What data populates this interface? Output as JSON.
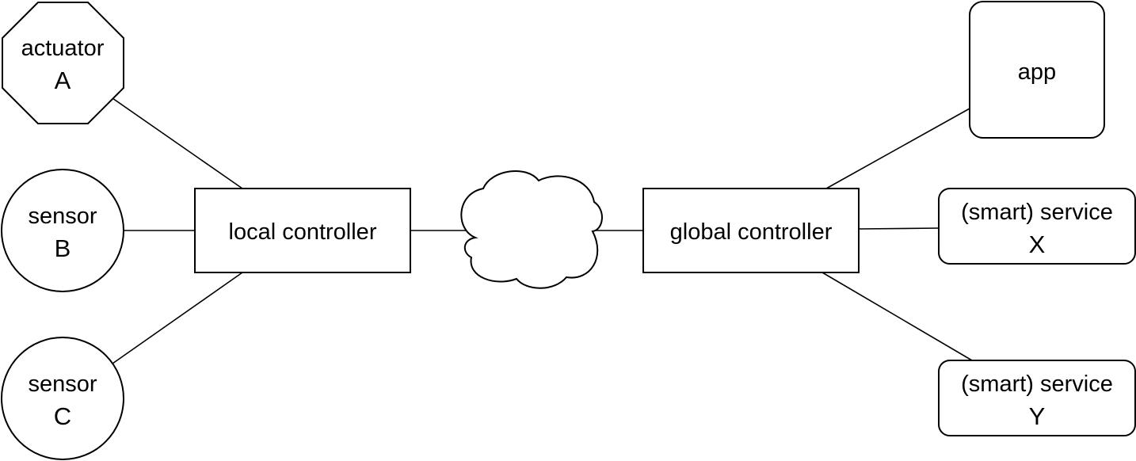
{
  "nodes": {
    "actuator_a": {
      "line1": "actuator",
      "line2": "A"
    },
    "sensor_b": {
      "line1": "sensor",
      "line2": "B"
    },
    "sensor_c": {
      "line1": "sensor",
      "line2": "C"
    },
    "local_controller": {
      "label": "local controller"
    },
    "global_controller": {
      "label": "global controller"
    },
    "app": {
      "label": "app"
    },
    "service_x": {
      "line1": "(smart) service",
      "line2": "X"
    },
    "service_y": {
      "line1": "(smart) service",
      "line2": "Y"
    }
  }
}
